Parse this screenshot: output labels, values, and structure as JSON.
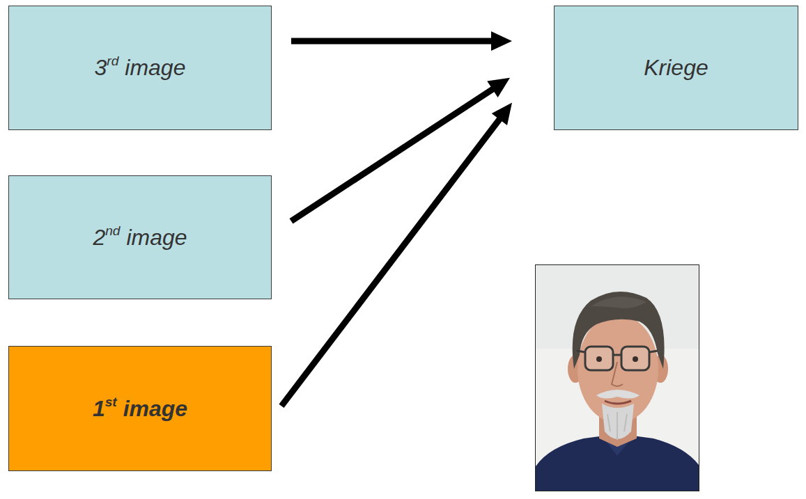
{
  "diagram": {
    "nodes": [
      {
        "text": [
          "3rd image"
        ]
      },
      {
        "text": [
          "Kriege"
        ]
      },
      {
        "text": [
          "2nd image"
        ]
      },
      {
        "text": [
          "1st image"
        ]
      }
    ],
    "edges": [
      {
        "from": 0,
        "to": 1,
        "arrow": "to"
      },
      {
        "from": 2,
        "to": 1,
        "arrow": "to"
      },
      {
        "from": 3,
        "to": 1,
        "arrow": "to"
      }
    ]
  }
}
